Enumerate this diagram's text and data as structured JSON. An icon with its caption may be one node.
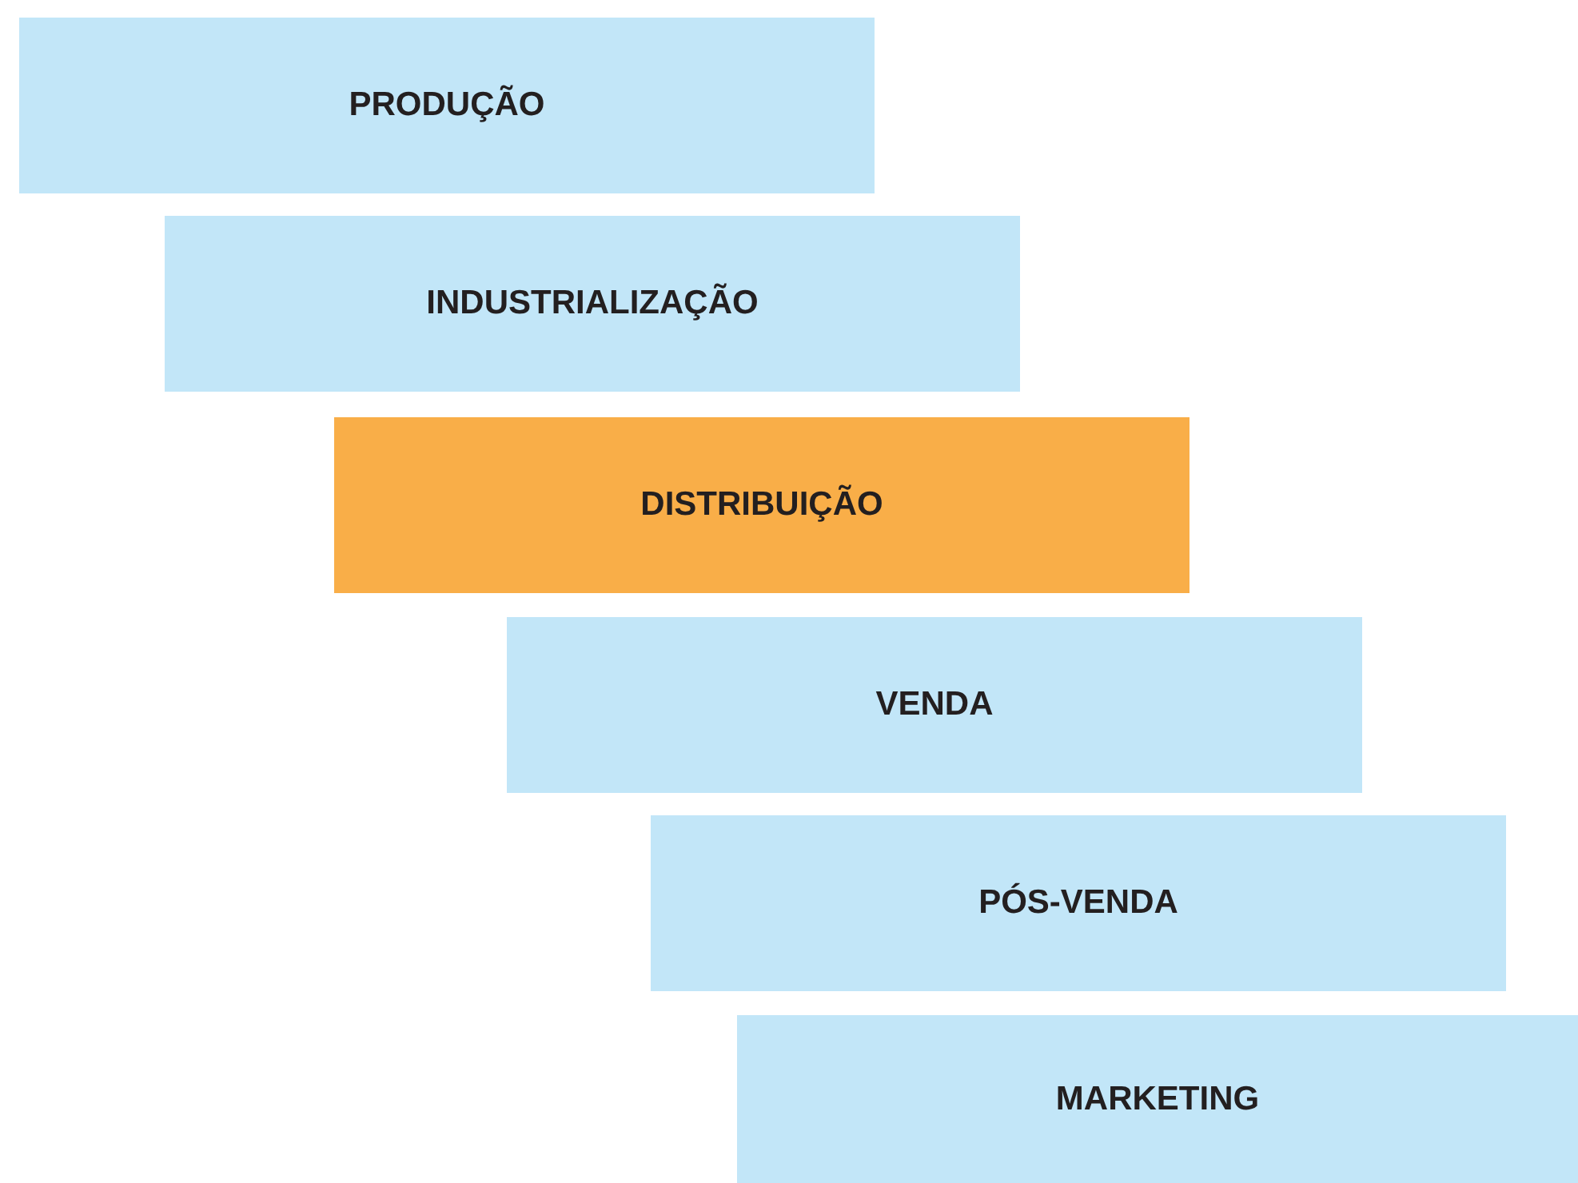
{
  "diagram": {
    "nodes": [
      {
        "text": [
          "PRODUÇÃO"
        ]
      },
      {
        "text": [
          "INDUSTRIALIZAÇÃO"
        ]
      },
      {
        "text": [
          "DISTRIBUIÇÃO"
        ]
      },
      {
        "text": [
          "VENDA"
        ]
      },
      {
        "text": [
          "PÓS-VENDA"
        ]
      },
      {
        "text": [
          "MARKETING"
        ]
      }
    ]
  }
}
